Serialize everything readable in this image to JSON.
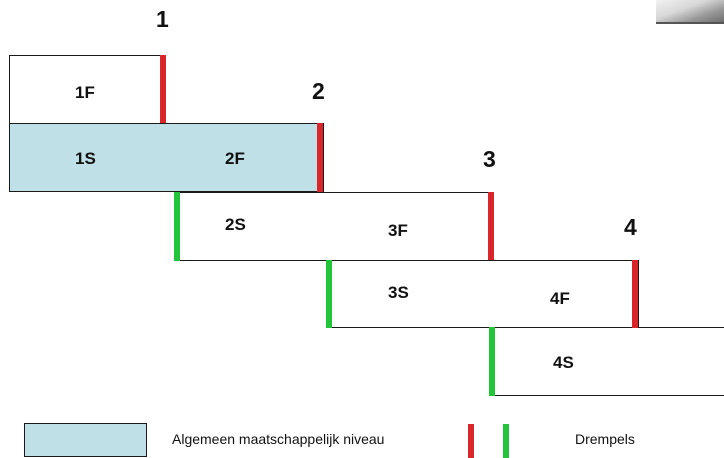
{
  "levels": [
    "1",
    "2",
    "3",
    "4"
  ],
  "blocks": {
    "1F": "1F",
    "1S": "1S",
    "2F": "2F",
    "2S": "2S",
    "3F": "3F",
    "3S": "3S",
    "4F": "4F",
    "4S": "4S"
  },
  "legend": {
    "level_label": "Algemeen maatschappelijk niveau",
    "threshold_label": "Drempels"
  },
  "colors": {
    "shaded_fill": "#bfe0e6",
    "threshold_red": "#d9262b",
    "threshold_green": "#22c43a"
  }
}
